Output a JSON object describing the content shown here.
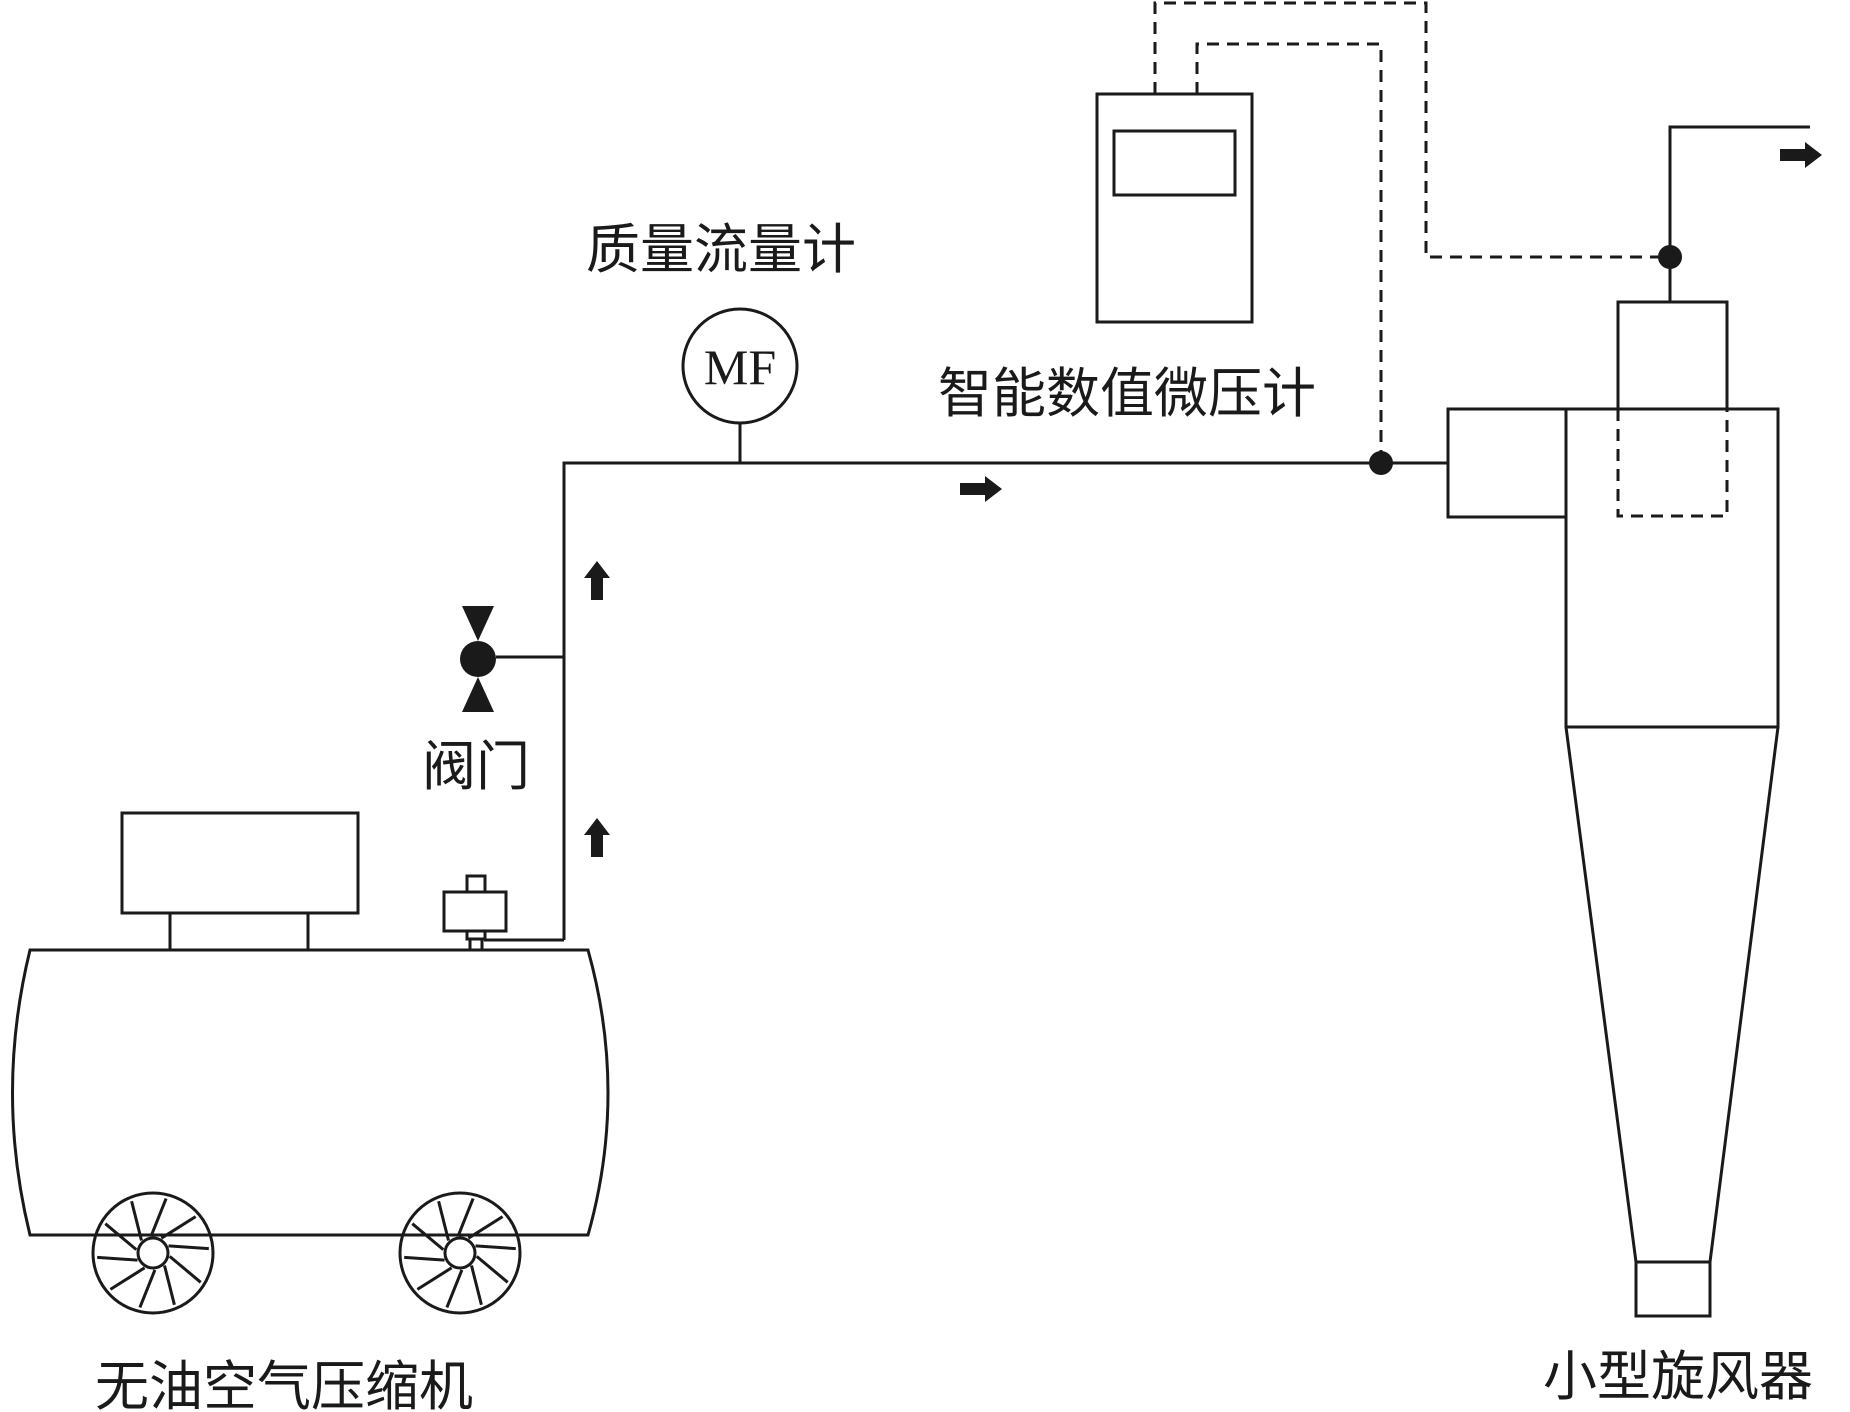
{
  "labels": {
    "compressor": "无油空气压缩机",
    "valve": "阀门",
    "flowmeter": "质量流量计",
    "flowmeter_symbol": "MF",
    "manometer": "智能数值微压计",
    "cyclone": "小型旋风器"
  },
  "colors": {
    "line": "#1a1a1a",
    "background": "#ffffff"
  }
}
